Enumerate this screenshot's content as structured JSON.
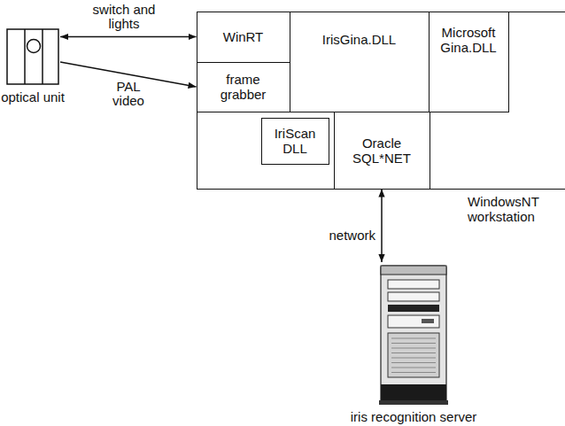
{
  "diagram": {
    "nodes": [
      {
        "text": [
          "optical unit"
        ]
      },
      {
        "text": [
          "WindowsNT workstation"
        ]
      },
      {
        "text": [
          "WinRT"
        ],
        "in": 1
      },
      {
        "text": [
          "frame grabber"
        ],
        "in": 1
      },
      {
        "text": [
          "IrisGina.DLL"
        ],
        "in": 1
      },
      {
        "text": [
          "Microsoft Gina.DLL"
        ],
        "in": 1
      },
      {
        "text": [
          "IriScan DLL"
        ],
        "in": 1
      },
      {
        "text": [
          "Oracle SQL*NET"
        ],
        "in": 1
      },
      {
        "text": [
          "iris recognition server"
        ]
      }
    ],
    "edges": [
      {
        "from": 0,
        "to": 2,
        "label": "switch and lights",
        "arrow": "both"
      },
      {
        "from": 0,
        "to": 3,
        "label": "PAL video",
        "arrow": "to"
      },
      {
        "from": 7,
        "to": 8,
        "label": "network",
        "arrow": "both"
      }
    ]
  }
}
